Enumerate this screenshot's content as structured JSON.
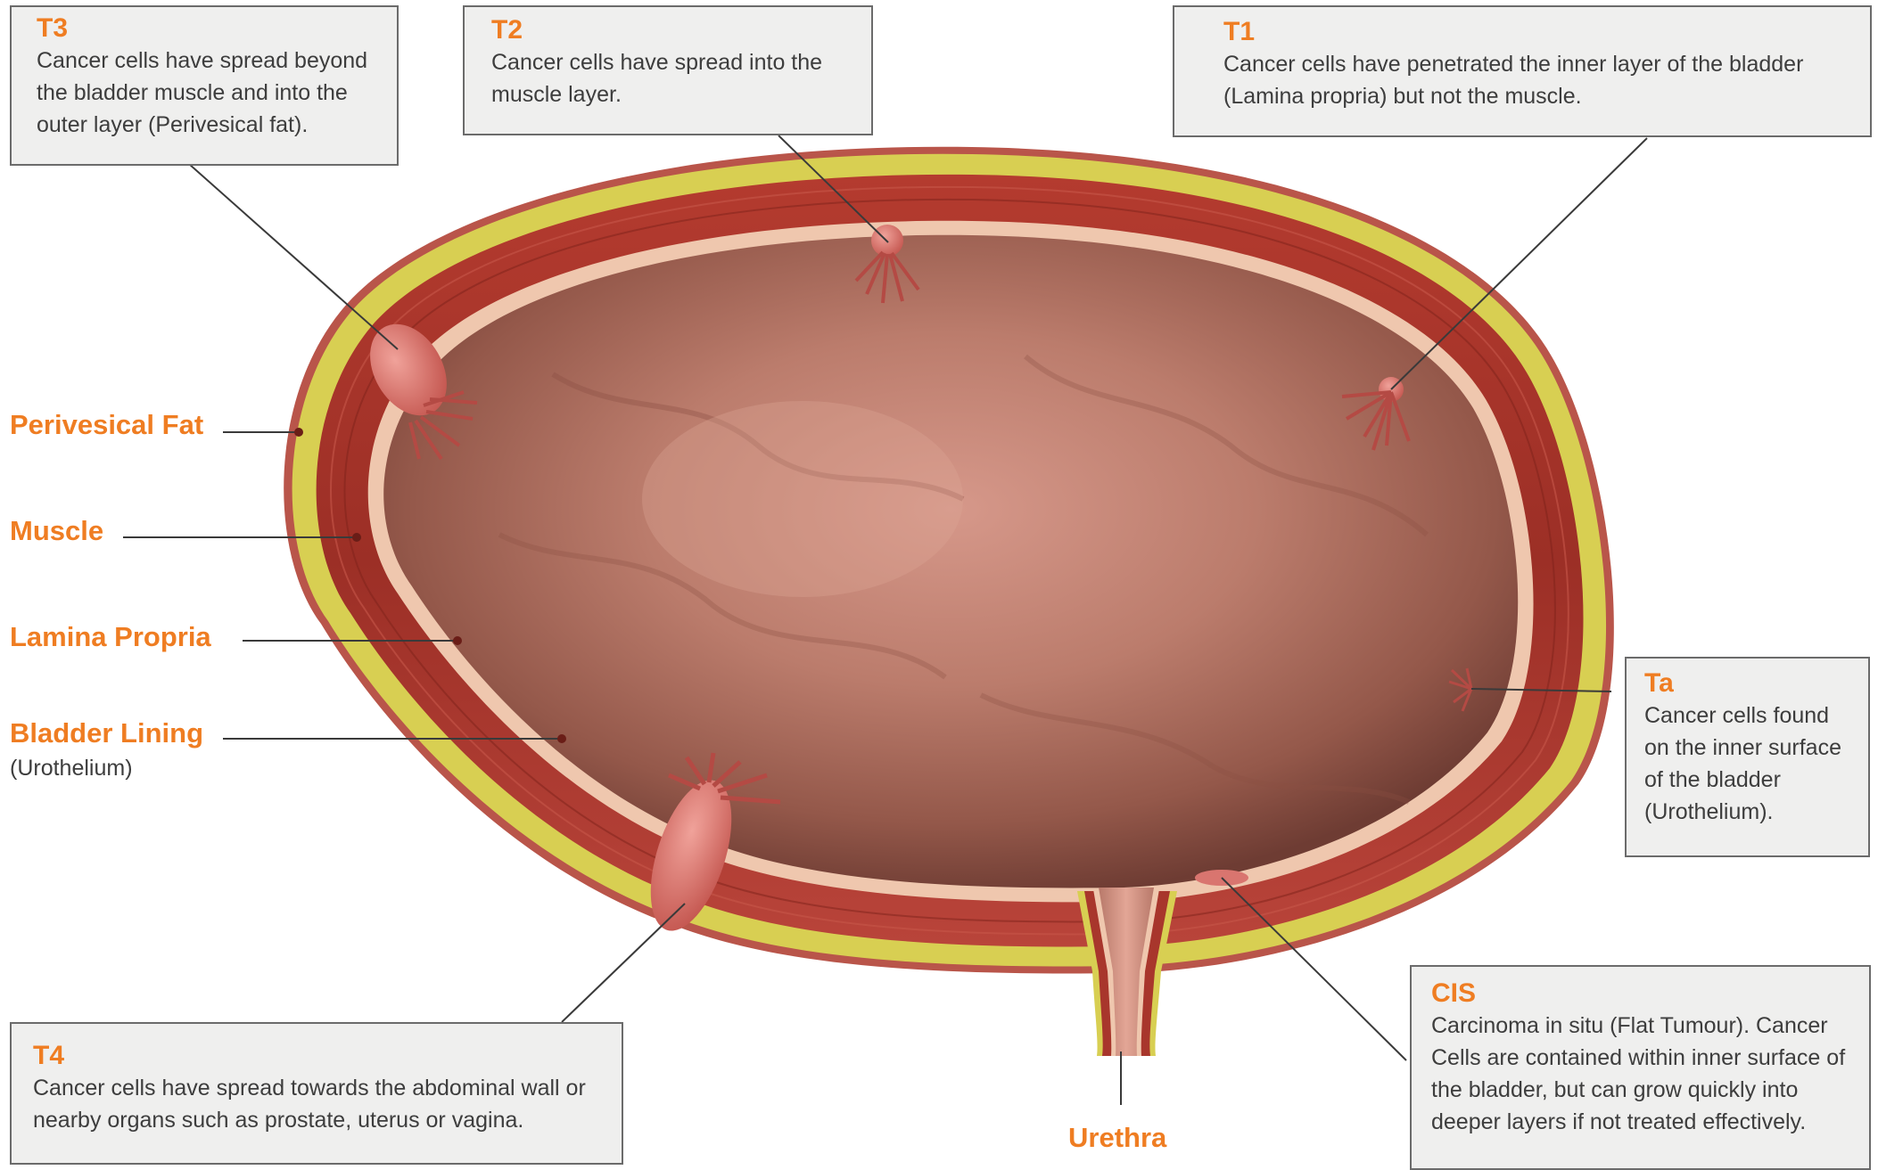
{
  "stages": {
    "t3": {
      "title": "T3",
      "description": "Cancer cells have spread beyond the bladder muscle and into the outer layer (Perivesical fat)."
    },
    "t2": {
      "title": "T2",
      "description": "Cancer cells have spread into the muscle layer."
    },
    "t1": {
      "title": "T1",
      "description": "Cancer cells have penetrated the inner layer of the bladder (Lamina propria) but not the muscle."
    },
    "ta": {
      "title": "Ta",
      "description": "Cancer cells found on the inner surface of the bladder (Urothelium)."
    },
    "t4": {
      "title": "T4",
      "description": "Cancer cells have spread towards the abdominal wall or nearby organs such as prostate, uterus or vagina."
    },
    "cis": {
      "title": "CIS",
      "description": "Carcinoma in situ (Flat Tumour). Cancer Cells are contained within inner surface of the bladder, but can grow quickly into deeper layers if not treated effectively."
    }
  },
  "layers": {
    "perivesical_fat": "Perivesical Fat",
    "muscle": "Muscle",
    "lamina_propria": "Lamina Propria",
    "bladder_lining": "Bladder Lining",
    "bladder_lining_sub": "(Urothelium)"
  },
  "urethra": "Urethra",
  "colors": {
    "accent": "#ef7d22",
    "fat": "#d9cf4e",
    "muscle": "#a8362c",
    "lamina": "#f0c9b0",
    "lumen": "#a86a5a",
    "tumour": "#d9756f"
  }
}
